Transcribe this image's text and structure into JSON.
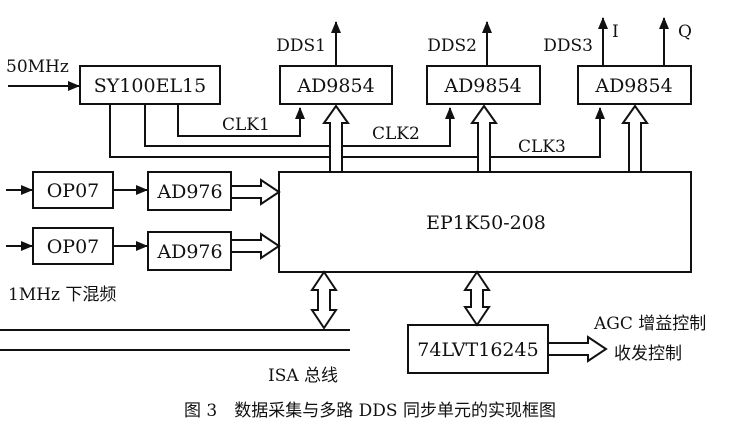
{
  "figure": {
    "input_clock": "50MHz",
    "blocks": {
      "clock_buffer": "SY100EL15",
      "dds1_chip": "AD9854",
      "dds2_chip": "AD9854",
      "dds3_chip": "AD9854",
      "opamp_top": "OP07",
      "opamp_bottom": "OP07",
      "adc_top": "AD976",
      "adc_bottom": "AD976",
      "fpga": "EP1K50-208",
      "bus_transceiver": "74LVT16245"
    },
    "signals": {
      "dds1_out": "DDS1",
      "dds2_out": "DDS2",
      "dds3_out": "DDS3",
      "dds3_i": "I",
      "dds3_q": "Q",
      "clk1": "CLK1",
      "clk2": "CLK2",
      "clk3": "CLK3"
    },
    "annotations": {
      "mixer_label": "1MHz 下混频",
      "bus_label": "ISA 总线",
      "agc_label": "AGC 增益控制",
      "txrx_label": "收发控制"
    },
    "caption": "图 3　数据采集与多路 DDS 同步单元的实现框图"
  }
}
